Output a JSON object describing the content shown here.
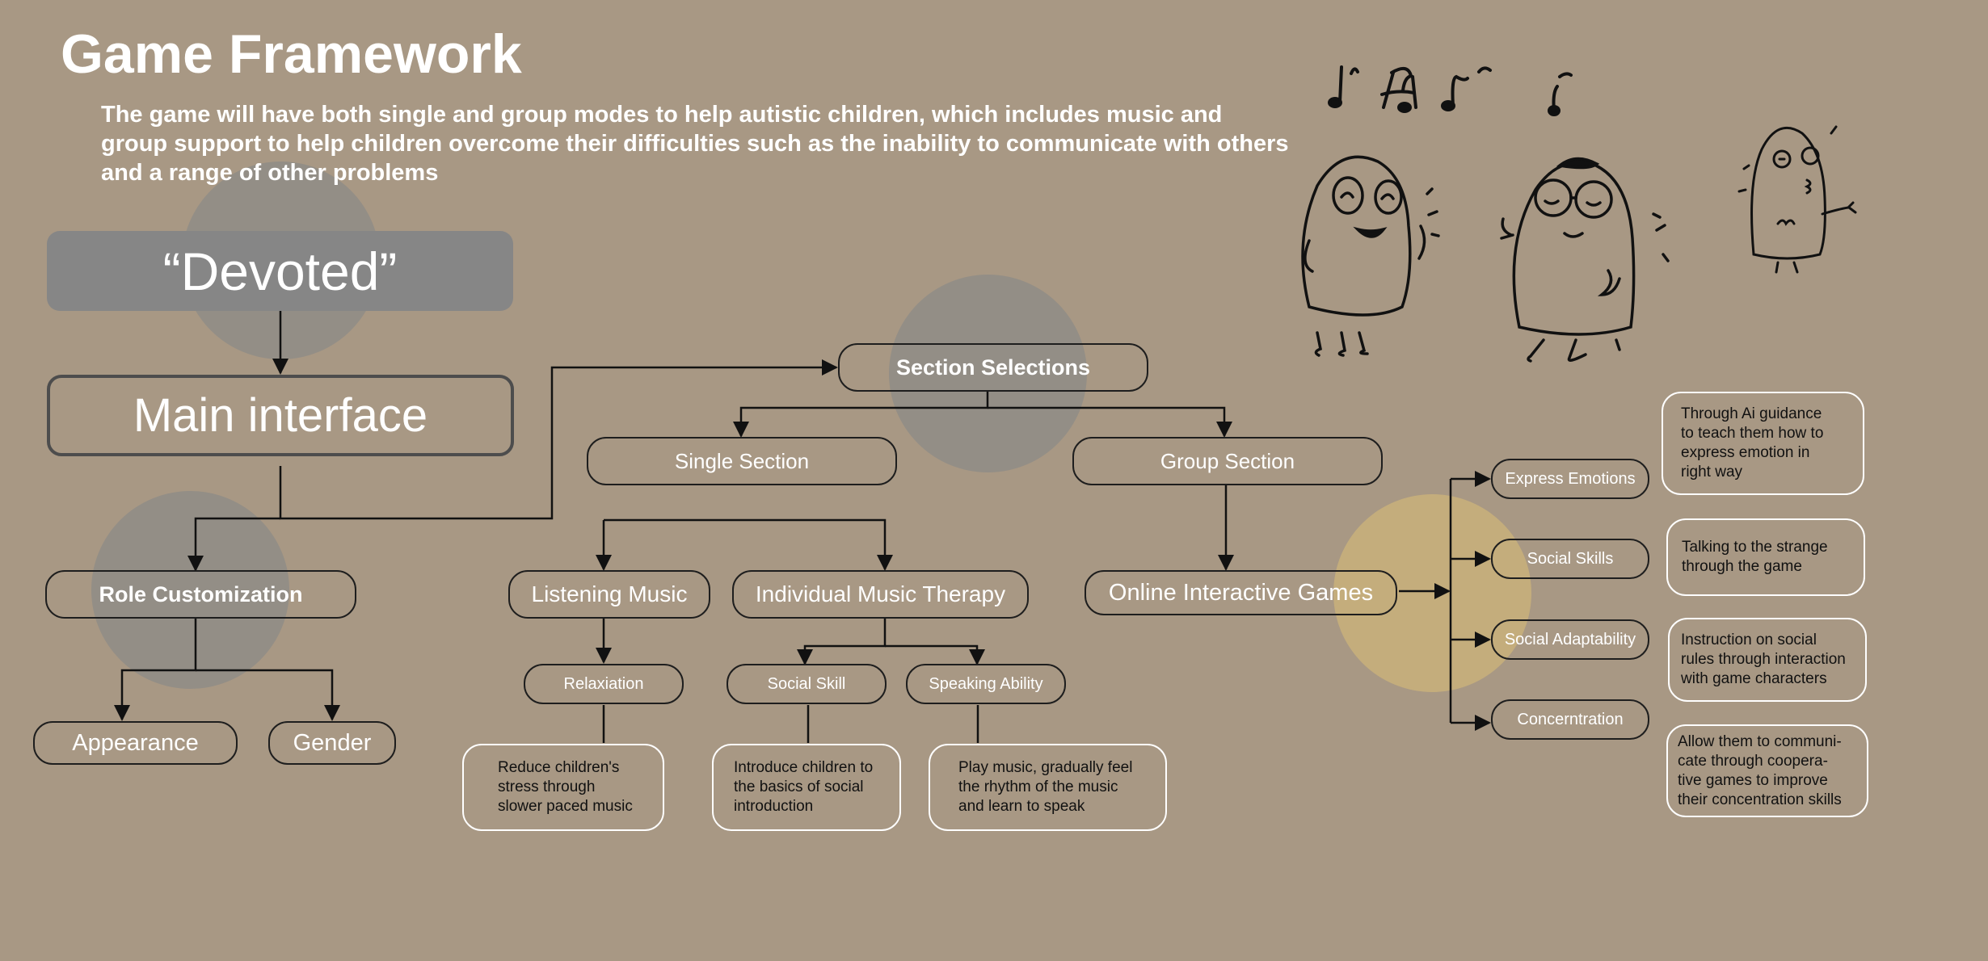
{
  "header": {
    "title": "Game Framework",
    "subtitle": "The game will have both single and group modes to help autistic children, which includes music and group support to help children overcome their difficulties such as the inability to communicate with others and a range of other problems"
  },
  "nodes": {
    "devoted": "“Devoted”",
    "main_interface": "Main interface",
    "section_selections": "Section Selections",
    "single_section": "Single Section",
    "group_section": "Group Section",
    "role_customization": "Role Customization",
    "appearance": "Appearance",
    "gender": "Gender",
    "listening_music": "Listening Music",
    "individual_music_therapy": "Individual Music Therapy",
    "relaxiation": "Relaxiation",
    "social_skill": "Social Skill",
    "speaking_ability": "Speaking Ability",
    "online_interactive_games": "Online Interactive Games",
    "express_emotions": "Express Emotions",
    "social_skills": "Social Skills",
    "social_adaptability": "Social Adaptability",
    "concentration": "Concerntration"
  },
  "descriptions": {
    "relaxiation": [
      "Reduce children's",
      "stress through",
      "slower paced music"
    ],
    "social_skill": [
      "Introduce children to",
      "the basics of social",
      "introduction"
    ],
    "speaking_ability": [
      "Play music, gradually feel",
      "the rhythm of the music",
      "and learn to speak"
    ],
    "express_emotions": [
      "Through Ai guidance",
      "to teach them how to",
      "express emotion in",
      "right way"
    ],
    "social_skills": [
      "Talking to the strange",
      "through the game"
    ],
    "social_adaptability": [
      "Instruction on social",
      "rules through interaction",
      "with game characters"
    ],
    "concentration": [
      "Allow them to communi-",
      "cate through coopera-",
      "tive games to improve",
      "their concentration skills"
    ]
  },
  "colors": {
    "background": "#a89884",
    "devoted_fill": "#868686",
    "grey_circle": "#8f8c86",
    "yellow_circle": "#c9b07a",
    "line": "#111111"
  },
  "icons": [
    "music-notes-icon",
    "happy-character-icon",
    "glasses-character-icon",
    "ghost-character-icon"
  ]
}
